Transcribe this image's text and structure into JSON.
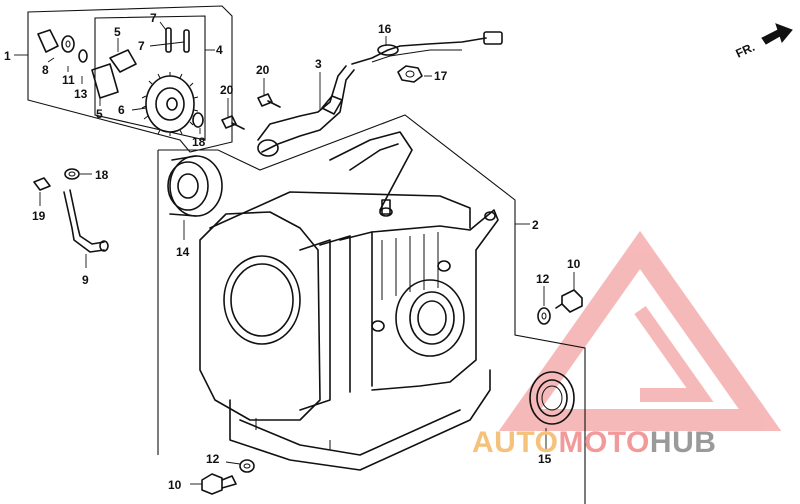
{
  "direction_label": "FR.",
  "callouts": [
    {
      "id": "1"
    },
    {
      "id": "2"
    },
    {
      "id": "3"
    },
    {
      "id": "4"
    },
    {
      "id": "5"
    },
    {
      "id": "5"
    },
    {
      "id": "6"
    },
    {
      "id": "7"
    },
    {
      "id": "7"
    },
    {
      "id": "8"
    },
    {
      "id": "9"
    },
    {
      "id": "10"
    },
    {
      "id": "10"
    },
    {
      "id": "11"
    },
    {
      "id": "12"
    },
    {
      "id": "12"
    },
    {
      "id": "13"
    },
    {
      "id": "14"
    },
    {
      "id": "15"
    },
    {
      "id": "16"
    },
    {
      "id": "17"
    },
    {
      "id": "18"
    },
    {
      "id": "18"
    },
    {
      "id": "19"
    },
    {
      "id": "20"
    },
    {
      "id": "20"
    }
  ],
  "watermark": {
    "text_a": "AUTO",
    "text_b": "MOTO",
    "text_c": "HUB",
    "color_a": "#f4c27a",
    "color_b": "#f29a9a",
    "color_c": "#9a9a9a",
    "logo_color": "#f08080"
  }
}
